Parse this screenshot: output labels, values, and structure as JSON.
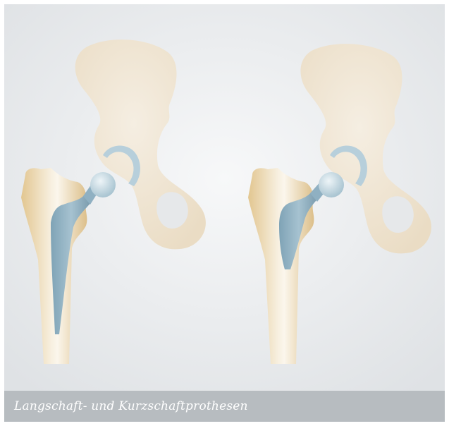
{
  "caption": "Langschaft- und Kurzschaftprothesen",
  "colors": {
    "background": "#e9ebed",
    "caption_bar": "#b7bcc0",
    "caption_text": "#ffffff",
    "pelvis": "#efe5d2",
    "femur": "#e4c998",
    "implant_stem": "#8fb0c2",
    "implant_head": "#c9dde6"
  },
  "figures": [
    {
      "name": "long-stem-prosthesis",
      "stem_type": "Langschaft"
    },
    {
      "name": "short-stem-prosthesis",
      "stem_type": "Kurzschaft"
    }
  ]
}
